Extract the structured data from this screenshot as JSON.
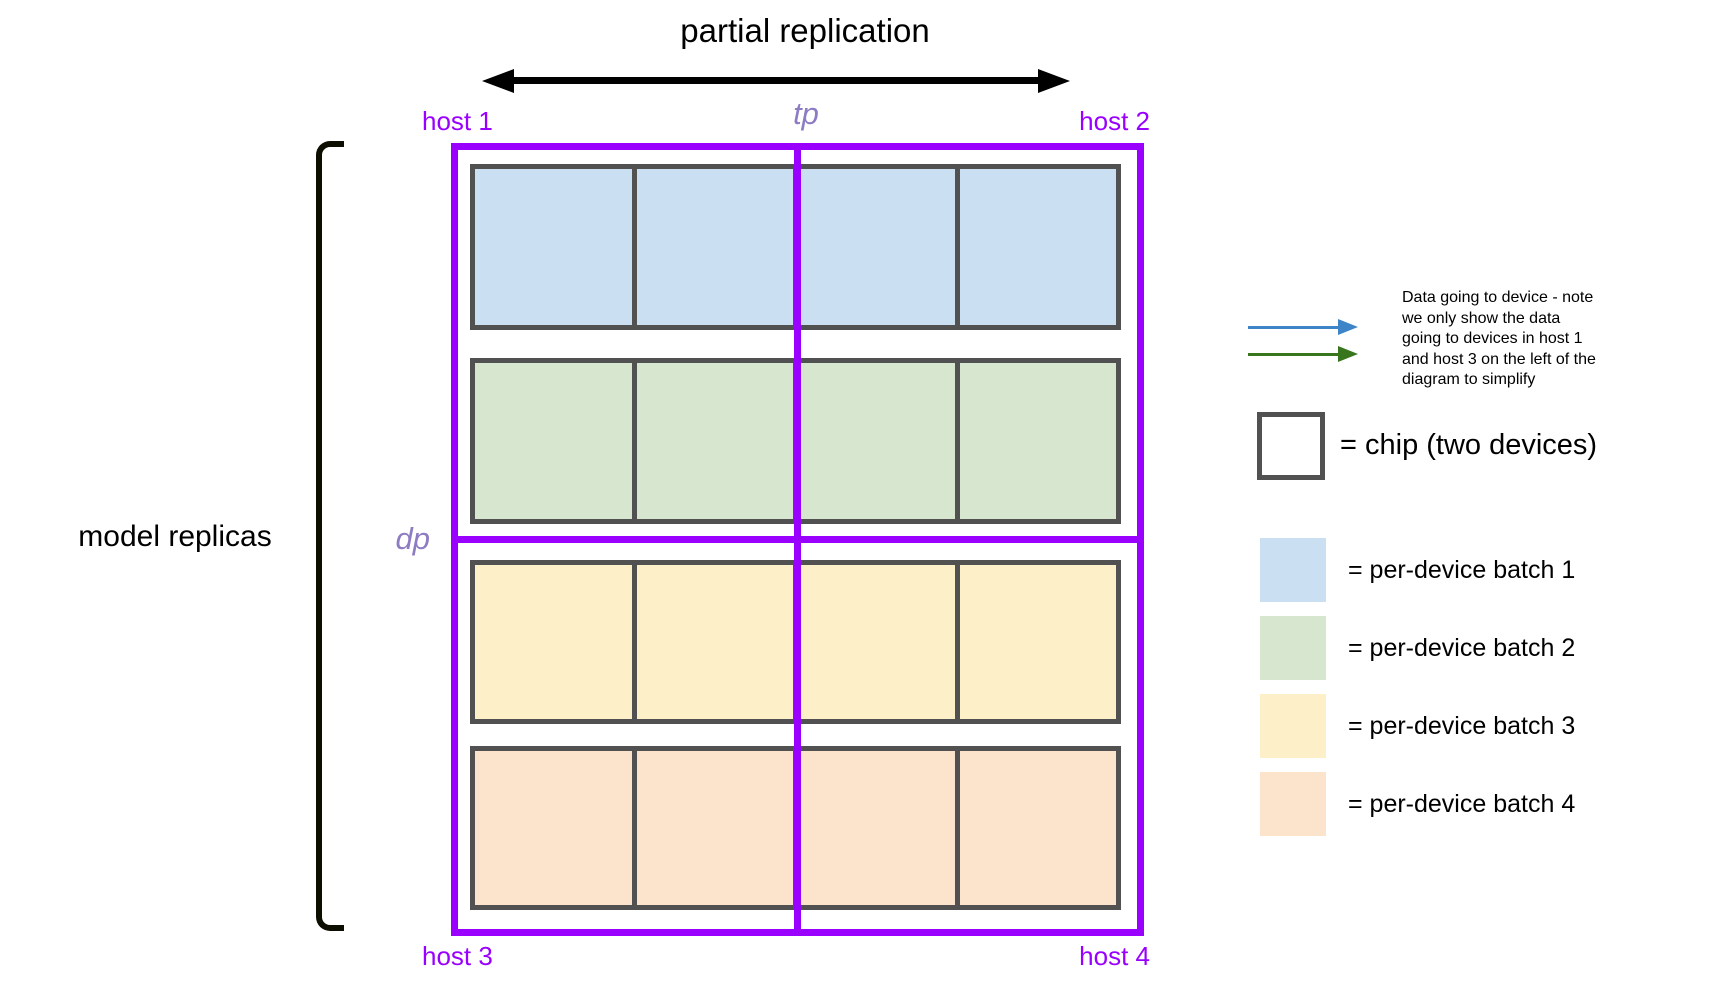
{
  "title": "partial replication",
  "top_axis": {
    "label": "tp"
  },
  "left_axis": {
    "label": "dp"
  },
  "left_label": "model replicas",
  "hosts": {
    "h1": "host 1",
    "h2": "host 2",
    "h3": "host 3",
    "h4": "host 4"
  },
  "grid": {
    "chips_per_row": 4,
    "rows": [
      {
        "name": "per-device batch 1",
        "color": "#cbdff2"
      },
      {
        "name": "per-device batch 2",
        "color": "#d7e6ce"
      },
      {
        "name": "per-device batch 3",
        "color": "#fdf0c8"
      },
      {
        "name": "per-device batch 4",
        "color": "#fce3cc"
      }
    ]
  },
  "legend": {
    "note": "Data going to device - note\nwe only show the data\ngoing to devices in host 1\nand host 3 on the left of the\ndiagram to simplify",
    "arrow_colors": {
      "blue": "#3d85c6",
      "green": "#38761d"
    },
    "chip_label": "= chip (two devices)",
    "items": [
      {
        "label": "= per-device batch 1",
        "color": "#cbdff2"
      },
      {
        "label": "= per-device batch 2",
        "color": "#d7e6ce"
      },
      {
        "label": "= per-device batch 3",
        "color": "#fdf0c8"
      },
      {
        "label": "= per-device batch 4",
        "color": "#fce3cc"
      }
    ]
  },
  "colors": {
    "purple_box": "#9900ff",
    "axis_label_purple": "#8e7cc3",
    "host_label_purple": "#9900ff",
    "chip_border": "#515151",
    "text": "#000000"
  }
}
